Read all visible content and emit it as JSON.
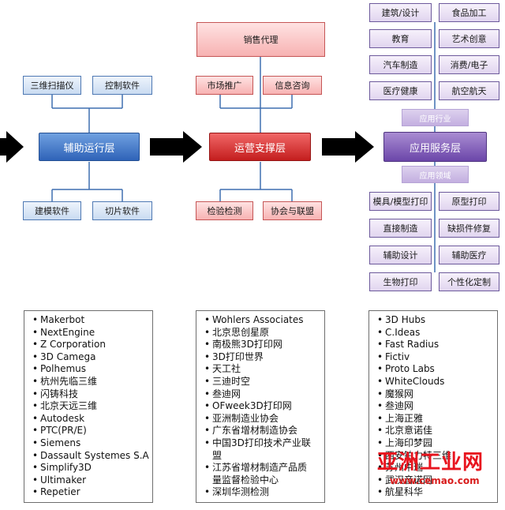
{
  "auxiliary_layer": {
    "main_label": "辅助运行层",
    "top": [
      "三维扫描仪",
      "控制软件"
    ],
    "bottom": [
      "建模软件",
      "切片软件"
    ]
  },
  "operation_layer": {
    "main_label": "运营支撑层",
    "top_single": "销售代理",
    "top": [
      "市场推广",
      "信息咨询"
    ],
    "bottom": [
      "检验检测",
      "协会与联盟"
    ]
  },
  "application_layer": {
    "main_label": "应用服务层",
    "industry_tag": "应用行业",
    "domain_tag": "应用领域",
    "industries": [
      [
        "建筑/设计",
        "食品加工"
      ],
      [
        "教育",
        "艺术创意"
      ],
      [
        "汽车制造",
        "消费/电子"
      ],
      [
        "医疗健康",
        "航空航天"
      ]
    ],
    "domains": [
      [
        "模具/模型打印",
        "原型打印"
      ],
      [
        "直接制造",
        "缺损件修复"
      ],
      [
        "辅助设计",
        "辅助医疗"
      ],
      [
        "生物打印",
        "个性化定制"
      ]
    ]
  },
  "lists": {
    "auxiliary": [
      "Makerbot",
      "NextEngine",
      "Z Corporation",
      "3D Camega",
      "Polhemus",
      "杭州先临三维",
      "闪铸科技",
      "北京天远三维",
      "Autodesk",
      "PTC(PR/E)",
      "Siemens",
      "Dassault Systemes S.A",
      "Simplify3D",
      "Ultimaker",
      "Repetier"
    ],
    "operation": [
      {
        "text": "Wohlers Associates",
        "indent": false
      },
      {
        "text": "北京思创星原",
        "indent": false
      },
      {
        "text": "南极熊3D打印网",
        "indent": false
      },
      {
        "text": "3D打印世界",
        "indent": false
      },
      {
        "text": "天工社",
        "indent": false
      },
      {
        "text": "三迪时空",
        "indent": false
      },
      {
        "text": "叁迪网",
        "indent": false
      },
      {
        "text": "OFweek3D打印网",
        "indent": false
      },
      {
        "text": "亚洲制造业协会",
        "indent": false
      },
      {
        "text": "广东省增材制造协会",
        "indent": false
      },
      {
        "text": "中国3D打印技术产业联",
        "indent": false
      },
      {
        "text": "盟",
        "indent": true
      },
      {
        "text": "江苏省增材制造产品质",
        "indent": false
      },
      {
        "text": "量监督检验中心",
        "indent": true
      },
      {
        "text": "深圳华测检测",
        "indent": false
      }
    ],
    "application": [
      "3D Hubs",
      "C.Ideas",
      "Fast Radius",
      "Fictiv",
      "Proto Labs",
      "WhiteClouds",
      "魔猴网",
      "叁迪网",
      "上海正雅",
      "北京意诺佳",
      "上海印梦园",
      "西安铂力特三维",
      "苏州中瑞",
      "武汉音诺网",
      "航星科华"
    ]
  },
  "watermark": {
    "brand": "亚洲工业网",
    "url": "www.cemao.com"
  },
  "colors": {
    "blue": "#2f63b8",
    "red": "#c41e1e",
    "purple": "#6b46a9",
    "connector": "#3f6fb0",
    "arrow": "#000000"
  }
}
